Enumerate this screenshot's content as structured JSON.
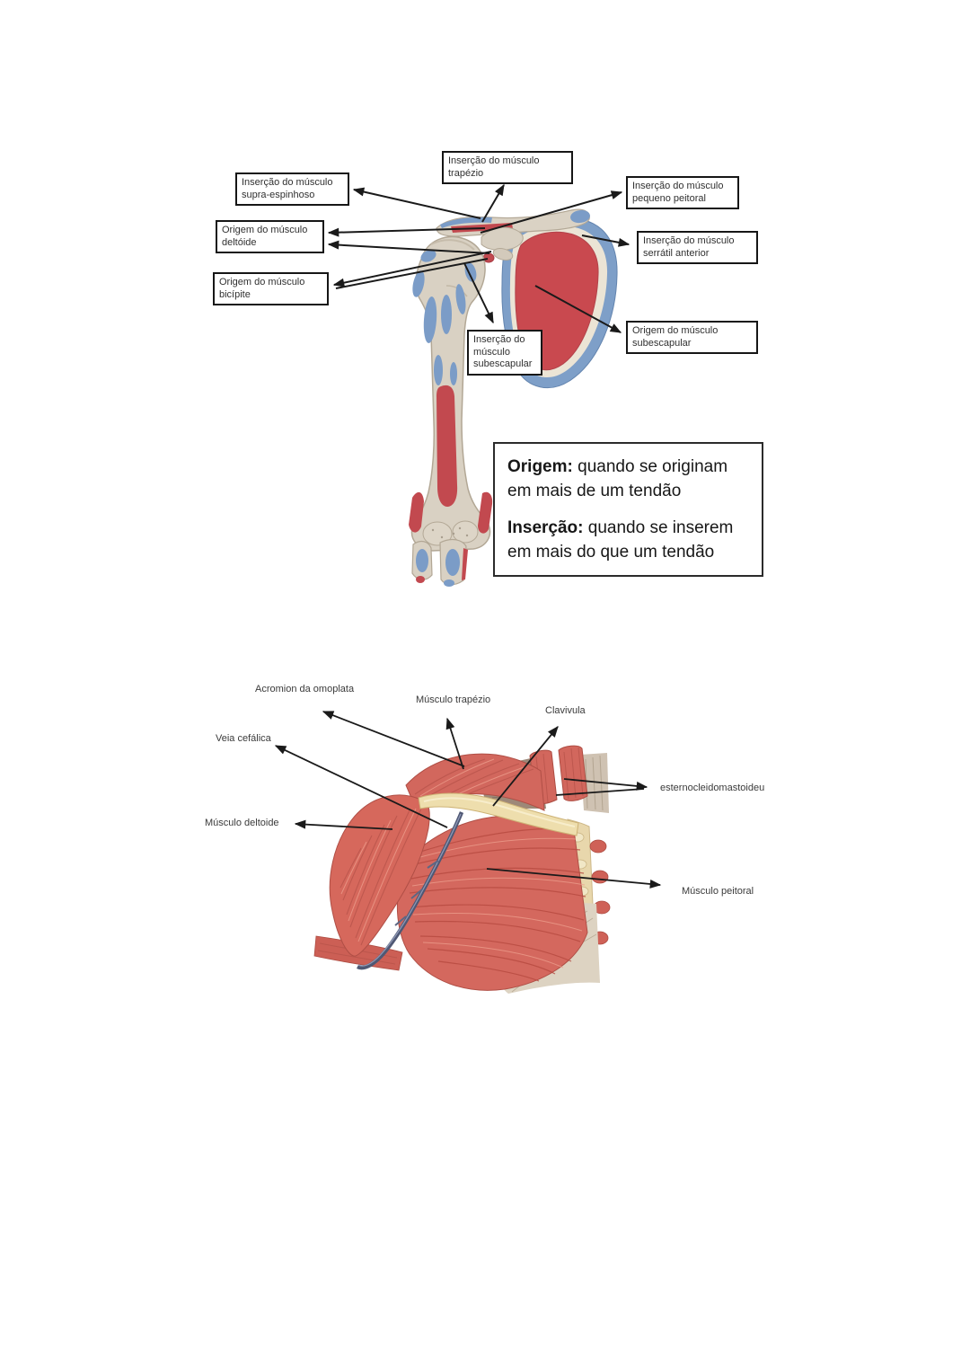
{
  "page": {
    "type": "anatomy-study-notes-page",
    "background": "#ffffff"
  },
  "figure1": {
    "name": "shoulder-bones-origins-insertions-diagram",
    "labels": {
      "trapezio_insercao": "Inserção do músculo trapézio",
      "supra_espinhoso_insercao": "Inserção do músculo supra-espinhoso",
      "deltoide_origem": "Origem do músculo deltóide",
      "bicipite_origem": "Origem do músculo bicípite",
      "pequeno_peitoral_insercao": "Inserção do músculo pequeno peitoral",
      "serratil_anterior_insercao": "Inserção do músculo serrátil anterior",
      "subescapular_origem": "Origem do músculo subescapular",
      "subescapular_insercao": "Inserção do músculo subescapular"
    },
    "note": {
      "origem_term": "Origem:",
      "origem_def": " quando se originam em mais de um tendão",
      "insercao_term": "Inserção:",
      "insercao_def": " quando se inserem em mais do que um tendão"
    }
  },
  "figure2": {
    "name": "shoulder-superficial-muscles-diagram",
    "labels": {
      "acromion": "Acromion da omoplata",
      "trapezio": "Músculo trapézio",
      "clavicula": "Clavivula",
      "veia_cefalica": "Veia cefálica",
      "deltoide": "Músculo deltoide",
      "esternocleidomastoideu": "esternocleidomastoideu",
      "peitoral": "Músculo peitoral"
    }
  },
  "colors": {
    "attachment_red": "#c2494f",
    "scapula_red": "#c9494f",
    "cartilage_blue": "#7b9cc7",
    "bone_tan": "#d9d1c3",
    "muscle_salmon": "#d4685e",
    "clavicle_cream": "#ecdcae",
    "vein_blue": "#4f5874",
    "arrow_black": "#1a1a1a"
  }
}
